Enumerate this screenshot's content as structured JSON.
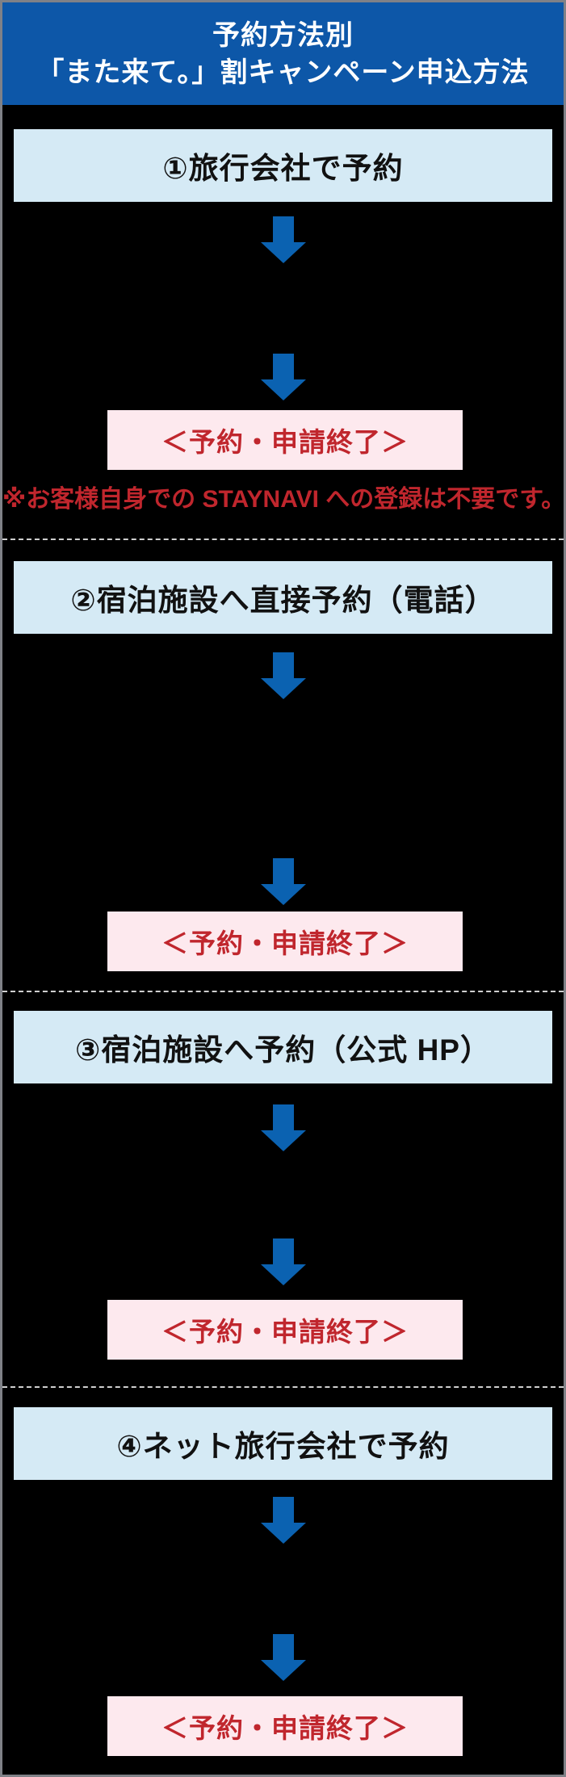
{
  "header": {
    "line1": "予約方法別",
    "line2": "「また来て。」割キャンペーン申込方法"
  },
  "colors": {
    "page_bg": "#000000",
    "frame": "#7f8187",
    "header_bg": "#0d57a8",
    "header_text": "#ffffff",
    "method_box_bg": "#d5eaf5",
    "method_box_text": "#111111",
    "arrow": "#0b62b1",
    "result_box_bg": "#fde9ee",
    "result_text": "#c0262d",
    "note_text": "#c0262d",
    "divider": "#cfcfcf"
  },
  "sections": [
    {
      "method": "①旅行会社で予約",
      "result": "＜予約・申請終了＞",
      "note": "※お客様自身での STAYNAVI への登録は不要です。"
    },
    {
      "method": "②宿泊施設へ直接予約（電話）",
      "result": "＜予約・申請終了＞"
    },
    {
      "method": "③宿泊施設へ予約（公式 HP）",
      "result": "＜予約・申請終了＞"
    },
    {
      "method": "④ネット旅行会社で予約",
      "result": "＜予約・申請終了＞"
    }
  ]
}
